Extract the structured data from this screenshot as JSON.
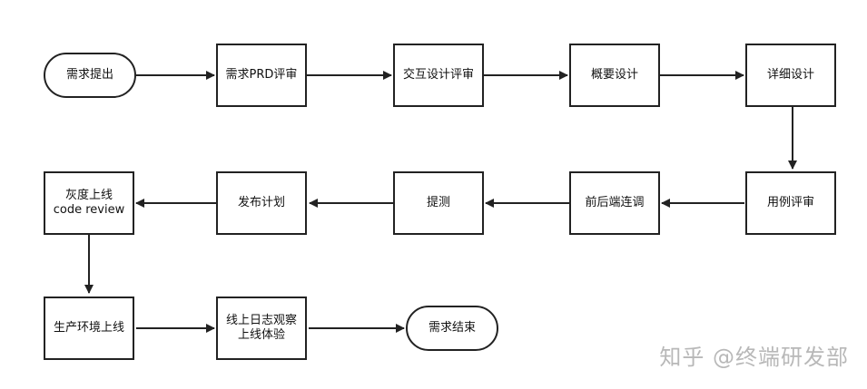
{
  "nodes": {
    "start": "需求提出",
    "prd_review": "需求PRD评审",
    "interaction_review": "交互设计评审",
    "outline_design": "概要设计",
    "detail_design": "详细设计",
    "testcase_review": "用例评审",
    "fe_be_integration": "前后端连调",
    "qa_submission": "提测",
    "release_plan": "发布计划",
    "gray_release": "灰度上线\ncode review",
    "prod_release": "生产环境上线",
    "online_observe": "线上日志观察\n上线体验",
    "end": "需求结束"
  },
  "watermark": "知乎 @终端研发部"
}
